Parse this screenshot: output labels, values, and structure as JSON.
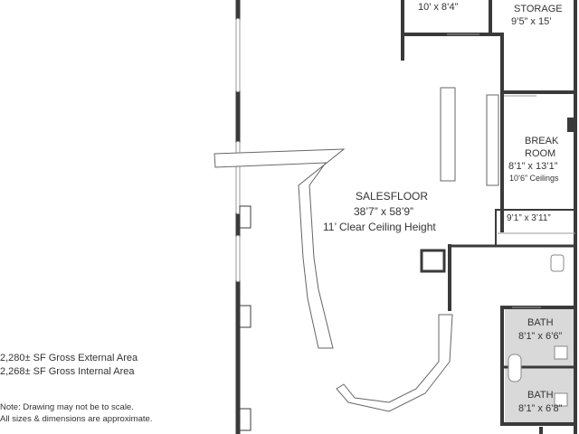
{
  "rooms": {
    "room_top": {
      "dims": "10’ x 8’4”"
    },
    "storage": {
      "name": "STORAGE",
      "dims": "9’5” x 15’"
    },
    "break_room": {
      "name_line1": "BREAK",
      "name_line2": "ROOM",
      "dims": "8’1” x 13’1”",
      "ceiling": "10’6” Ceilings"
    },
    "closet": {
      "dims": "9’1” x 3’11”"
    },
    "salesfloor": {
      "name": "SALESFLOOR",
      "dims": "38’7” x 58’9”",
      "ceiling": "11’ Clear Ceiling Height"
    },
    "bath_1": {
      "name": "BATH",
      "dims": "8’1” x 6’6”"
    },
    "bath_2": {
      "name": "BATH",
      "dims": "8’1” x 6’8”"
    }
  },
  "area": {
    "gross_external": "2,280± SF Gross External Area",
    "gross_internal": "2,268± SF Gross Internal Area"
  },
  "notes": {
    "line1": "Note: Drawing may not be to scale.",
    "line2": "All sizes & dimensions are approximate."
  },
  "colors": {
    "wall": "#3a3a3a",
    "bath_fill": "#d9d9d9",
    "text": "#333333"
  }
}
